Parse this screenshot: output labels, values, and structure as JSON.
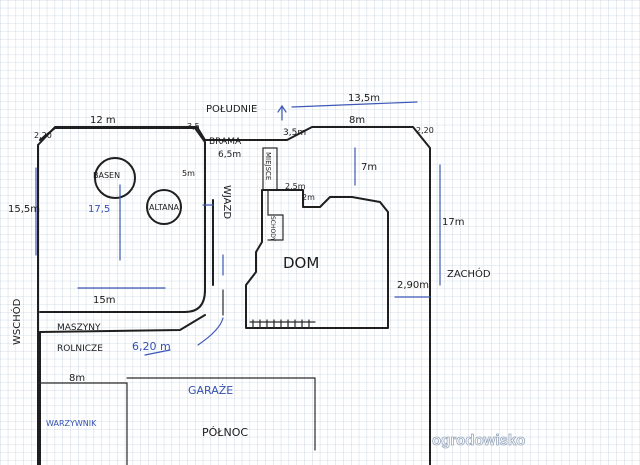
{
  "directions": {
    "south": "POŁUDNIE",
    "north": "PÓŁNOC",
    "east": "WSCHÓD",
    "west": "ZACHÓD"
  },
  "areas": {
    "basen": "BASEN",
    "altana": "ALTANA",
    "brama": "BRAMA",
    "wjazd": "WJAZD",
    "miejsce": "MIEJSCE",
    "schody": "SCHODY",
    "dom": "DOM",
    "maszyny_line1": "MASZYNY",
    "maszyny_line2": "ROLNICZE",
    "garaze": "GARAŻE",
    "warzywnik": "WARZYWNIK"
  },
  "dimensions": {
    "top_width": "13,5m",
    "plot_left_corner": "2,20",
    "plot_left_top": "12 m",
    "corner_35": "3,5",
    "brama_width": "6,5m",
    "segment_35m": "3,5m",
    "plot_right_top": "8m",
    "plot_right_corner": "2,20",
    "left_height": "15,5m",
    "pool_height": "17,5",
    "dist_5m": "5m",
    "house_7m": "7m",
    "dist_25m": "2,5m",
    "dist_2m": "2m",
    "right_17m": "17m",
    "west_290": "2,90m",
    "bottom_15m": "15m",
    "dist_620": "6,20 m",
    "maszyny_8m": "8m"
  },
  "watermark": "ogrodowisko"
}
